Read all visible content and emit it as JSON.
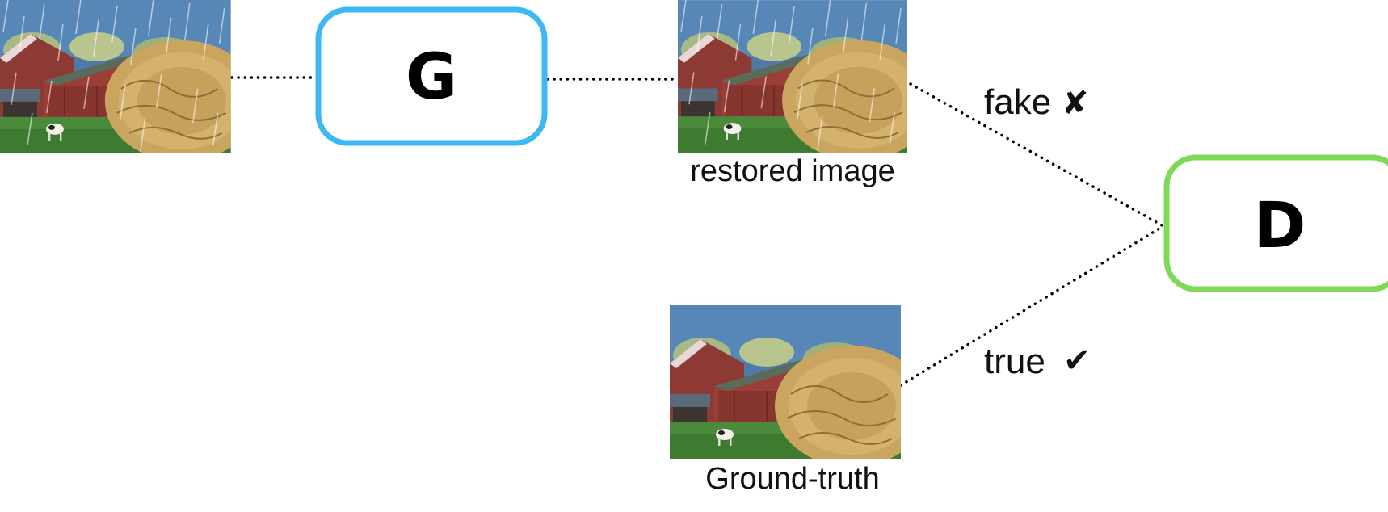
{
  "nodes": {
    "generator": {
      "label": "G",
      "color": "#3db8f5"
    },
    "discriminator": {
      "label": "D",
      "color": "#7ed957"
    }
  },
  "images": {
    "rainy_input": {
      "caption": "",
      "has_rain": true
    },
    "restored": {
      "caption": "restored image",
      "has_rain": true
    },
    "ground_truth": {
      "caption": "Ground-truth",
      "has_rain": false
    }
  },
  "edges": {
    "fake": {
      "label": "fake",
      "mark": "✘"
    },
    "true": {
      "label": "true",
      "mark": "✔"
    }
  },
  "colors": {
    "sky": "#4d7aa8",
    "barn": "#8e3a34",
    "grass": "#4a8a3a",
    "hay": "#c9a560",
    "line": "#000000"
  }
}
